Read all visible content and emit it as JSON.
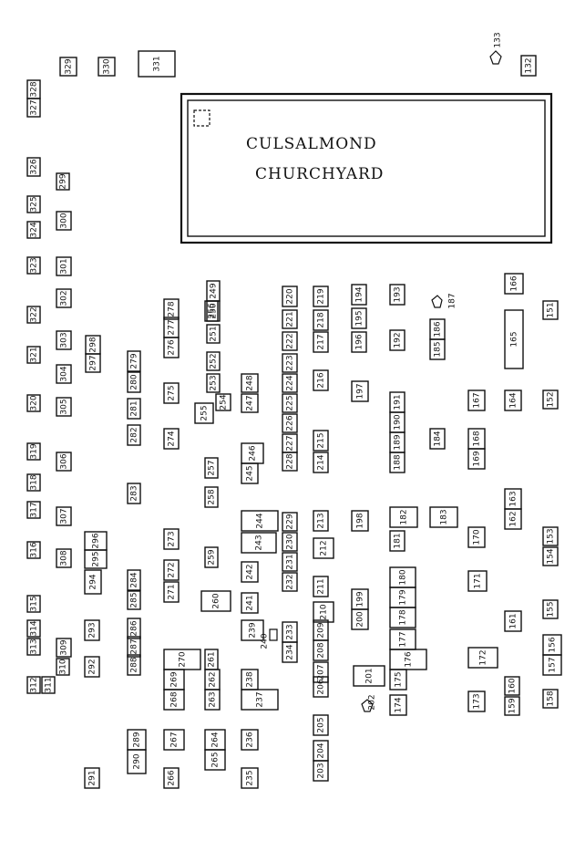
{
  "map": {
    "title_line1": "CULSALMOND",
    "title_line2": "CHURCHYARD",
    "plots": [
      "329",
      "330",
      "331",
      "132",
      "133",
      "328",
      "327",
      "326",
      "299",
      "325",
      "300",
      "324",
      "301",
      "323",
      "302",
      "322",
      "303",
      "321",
      "304",
      "298",
      "297",
      "320",
      "305",
      "319",
      "306",
      "318",
      "307",
      "317",
      "316",
      "308",
      "315",
      "314",
      "313",
      "312",
      "311",
      "310",
      "309",
      "296",
      "295",
      "294",
      "293",
      "292",
      "291",
      "290",
      "289",
      "288",
      "287",
      "286",
      "285",
      "284",
      "283",
      "282",
      "281",
      "280",
      "279",
      "278",
      "277",
      "276",
      "275",
      "274",
      "273",
      "272",
      "271",
      "270",
      "269",
      "268",
      "267",
      "266",
      "265",
      "264",
      "263",
      "262",
      "261",
      "260",
      "259",
      "258",
      "257",
      "256",
      "255",
      "254",
      "253",
      "252",
      "251",
      "250",
      "249",
      "248",
      "247",
      "246",
      "245",
      "244",
      "243",
      "242",
      "241",
      "240",
      "239",
      "238",
      "237",
      "236",
      "235",
      "234",
      "233",
      "232",
      "231",
      "230",
      "229",
      "228",
      "227",
      "226",
      "225",
      "224",
      "223",
      "222",
      "221",
      "220",
      "219",
      "218",
      "217",
      "216",
      "215",
      "214",
      "213",
      "212",
      "211",
      "210",
      "209",
      "208",
      "207",
      "206",
      "205",
      "204",
      "203",
      "202",
      "201",
      "200",
      "199",
      "198",
      "197",
      "196",
      "195",
      "194",
      "193",
      "192",
      "191",
      "190",
      "189",
      "188",
      "187",
      "186",
      "185",
      "184",
      "183",
      "182",
      "181",
      "180",
      "179",
      "178",
      "177",
      "176",
      "175",
      "174",
      "173",
      "172",
      "171",
      "170",
      "169",
      "168",
      "167",
      "166",
      "165",
      "164",
      "163",
      "162",
      "161",
      "160",
      "159",
      "158",
      "157",
      "156",
      "155",
      "154",
      "153",
      "152",
      "151"
    ]
  }
}
